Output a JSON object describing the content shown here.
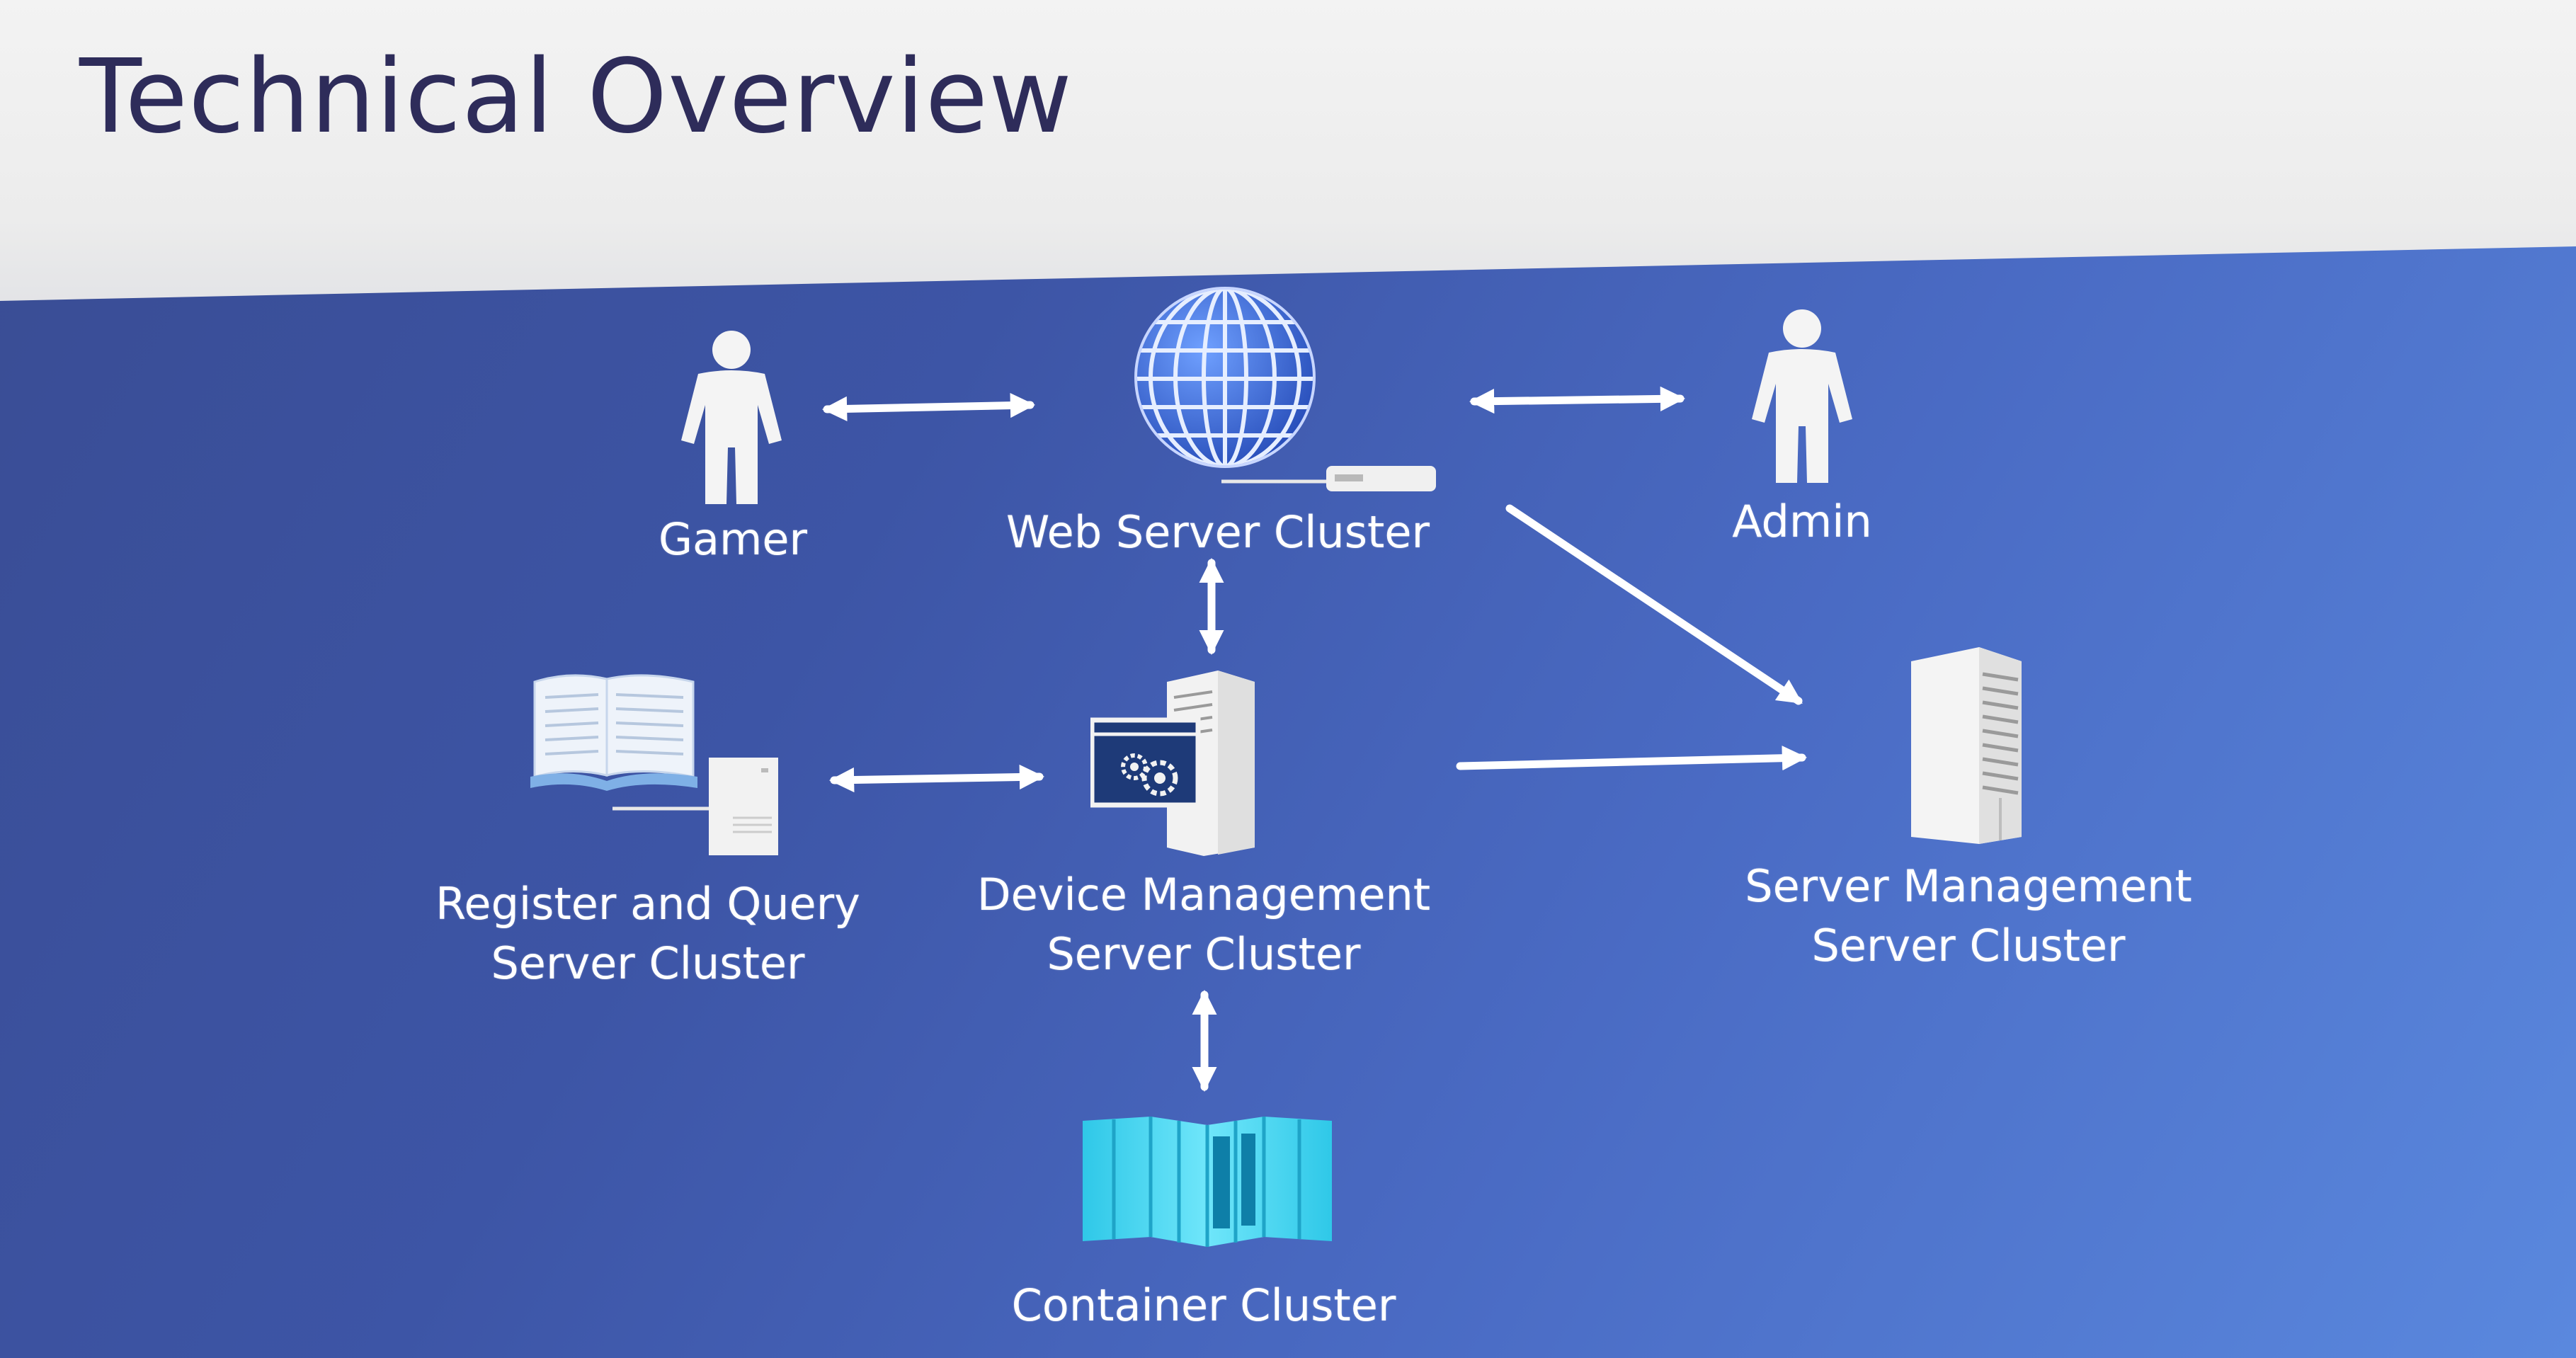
{
  "slide": {
    "title": "Technical Overview",
    "colors": {
      "title": "#2e2c5a",
      "panel_start": "#394c93",
      "panel_end": "#5a88de",
      "container_cyan": "#3fd3ee"
    }
  },
  "nodes": {
    "gamer": {
      "label": "Gamer",
      "icon": "person-icon"
    },
    "web_server": {
      "label": "Web Server Cluster",
      "icon": "globe-icon"
    },
    "admin": {
      "label": "Admin",
      "icon": "person-icon"
    },
    "register_query": {
      "line1": "Register and Query",
      "line2": "Server Cluster",
      "icon": "book-server-icon"
    },
    "device_mgmt": {
      "line1": "Device Management",
      "line2": "Server Cluster",
      "icon": "server-gear-icon"
    },
    "server_mgmt": {
      "line1": "Server Management",
      "line2": "Server Cluster",
      "icon": "server-tower-icon"
    },
    "container": {
      "label": "Container Cluster",
      "icon": "container-rack-icon"
    }
  },
  "connections": [
    {
      "from": "Gamer",
      "to": "Web Server Cluster",
      "direction": "both"
    },
    {
      "from": "Web Server Cluster",
      "to": "Admin",
      "direction": "both"
    },
    {
      "from": "Web Server Cluster",
      "to": "Device Management Server Cluster",
      "direction": "both"
    },
    {
      "from": "Web Server Cluster",
      "to": "Server Management Server Cluster",
      "direction": "forward"
    },
    {
      "from": "Register and Query Server Cluster",
      "to": "Device Management Server Cluster",
      "direction": "both"
    },
    {
      "from": "Device Management Server Cluster",
      "to": "Server Management Server Cluster",
      "direction": "forward"
    },
    {
      "from": "Device Management Server Cluster",
      "to": "Container Cluster",
      "direction": "both"
    }
  ]
}
